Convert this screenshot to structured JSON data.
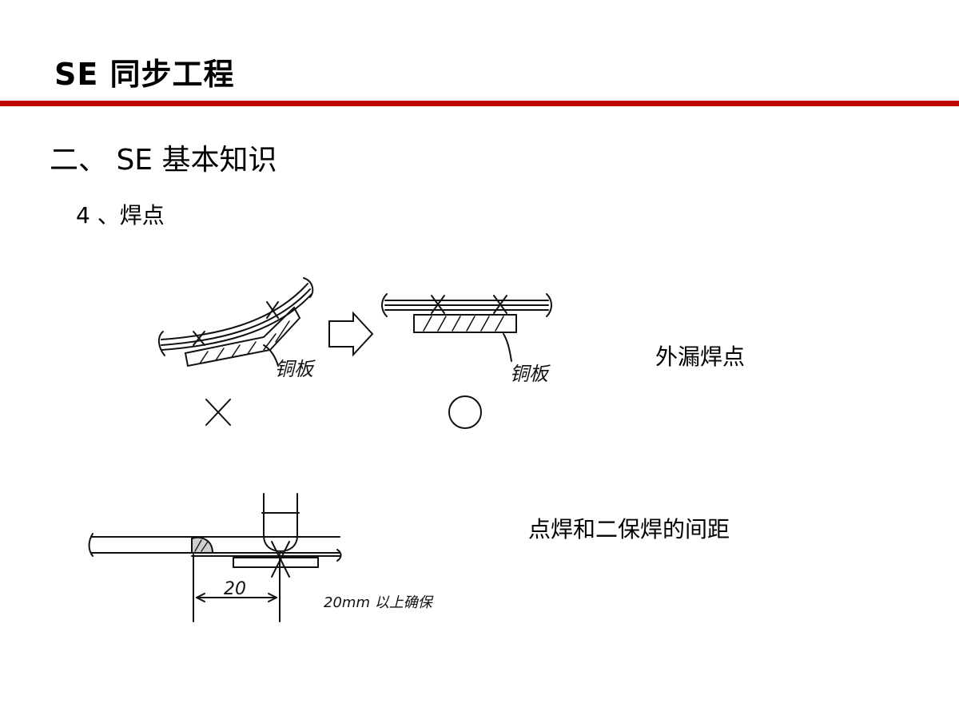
{
  "header": {
    "title": "SE 同步工程",
    "accent_color": "#c00000"
  },
  "content": {
    "section_heading": "二、 SE 基本知识",
    "sub_heading": "4 、焊点"
  },
  "figures": {
    "outer_leak": {
      "caption": "外漏焊点",
      "left_sketch_label": "铜板",
      "right_sketch_label": "铜板",
      "bad_mark": "✕",
      "good_mark": "○"
    },
    "spacing": {
      "caption": "点焊和二保焊的间距",
      "dimension_value": "20",
      "note": "20mm 以上确保"
    }
  }
}
